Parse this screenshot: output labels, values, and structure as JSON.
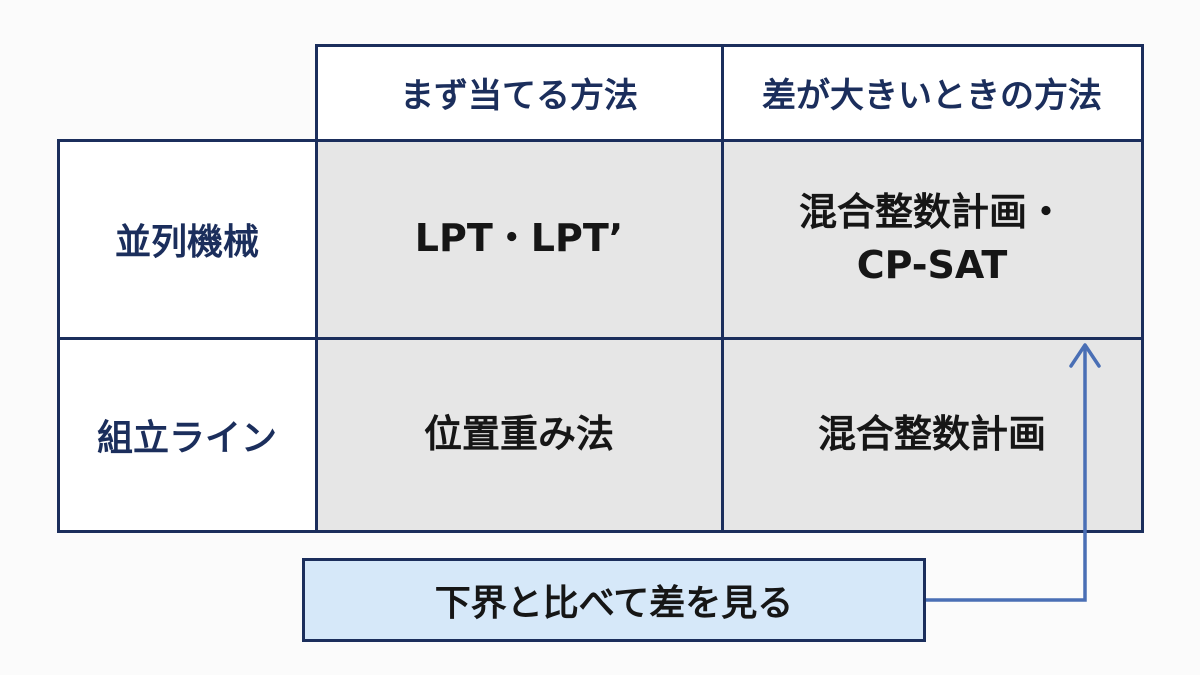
{
  "table": {
    "col_headers": [
      "まず当てる方法",
      "差が大きいときの方法"
    ],
    "rows": [
      {
        "label": "並列機械",
        "cells": [
          "LPT・LPT’",
          "混合整数計画・\nCP-SAT"
        ]
      },
      {
        "label": "組立ライン",
        "cells": [
          "位置重み法",
          "混合整数計画"
        ]
      }
    ]
  },
  "note": {
    "text": "下界と比べて差を見る"
  },
  "colors": {
    "border": "#1b2e5c",
    "cell_fill": "#e6e6e6",
    "note_fill": "#d6e8f9",
    "arrow": "#4a6fb5"
  }
}
